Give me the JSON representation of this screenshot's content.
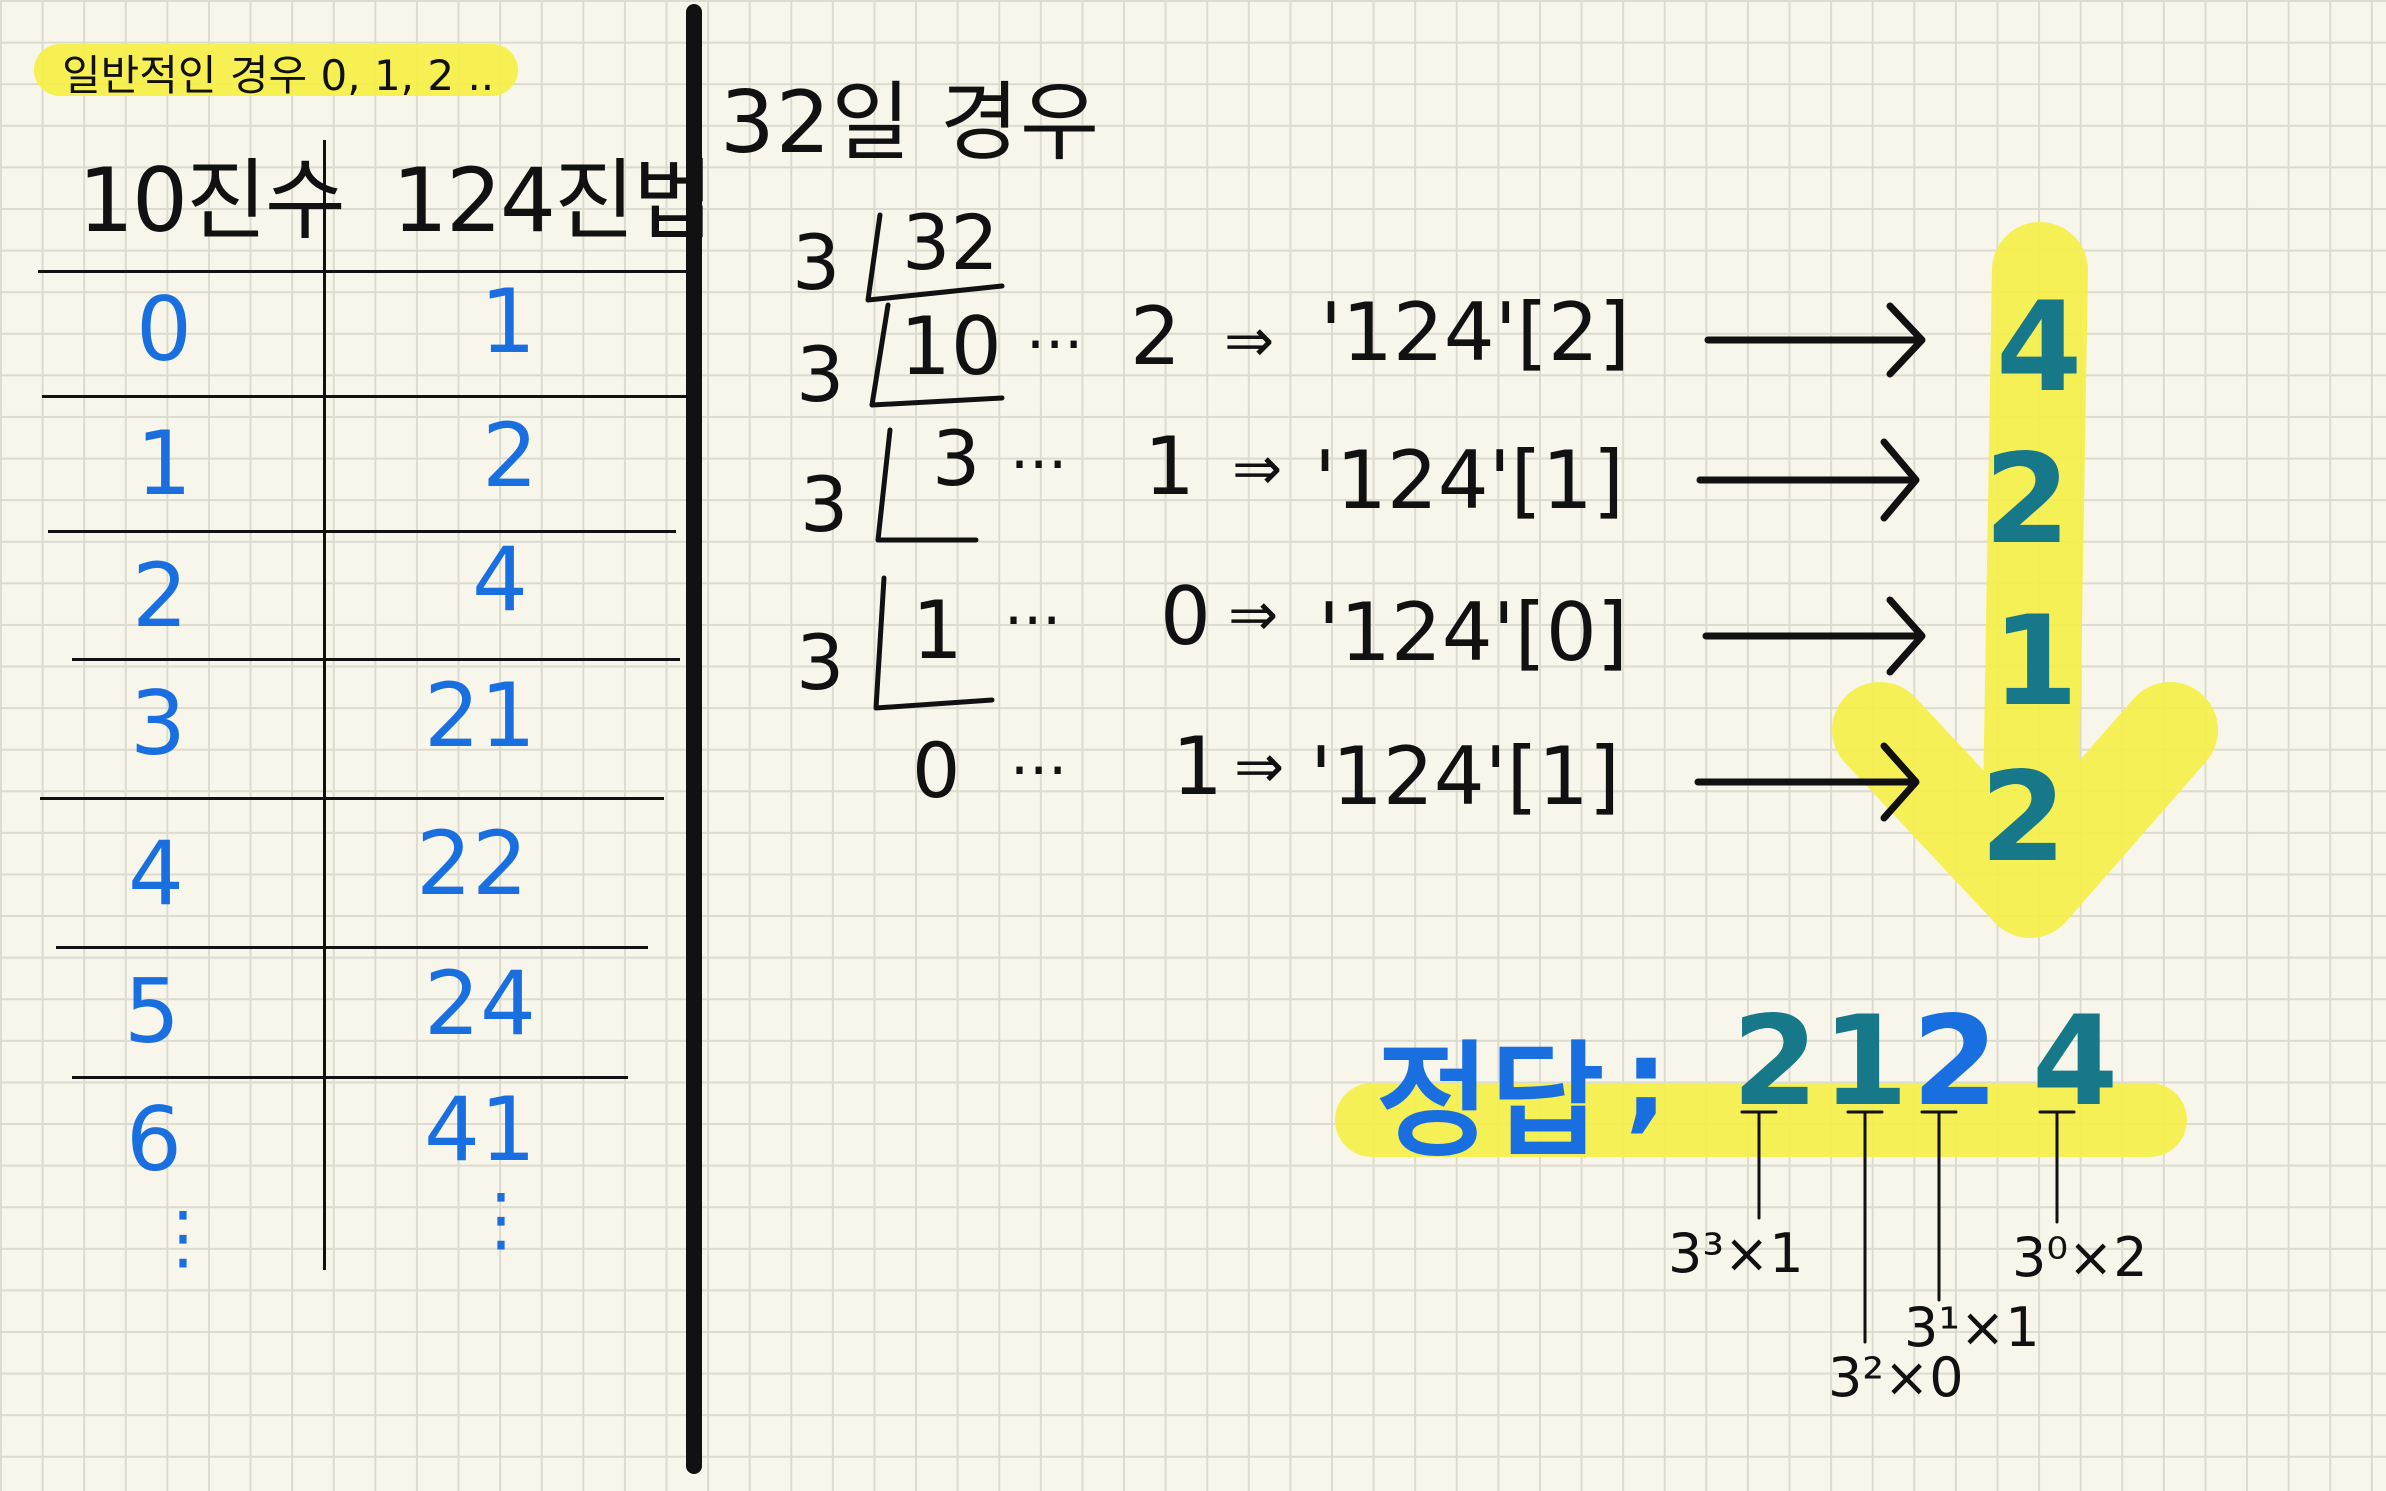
{
  "note": {
    "title": "일반적인 경우 0, 1, 2 ..",
    "heading": "32일 경우"
  },
  "table": {
    "headers": [
      "10진수",
      "124진법"
    ],
    "rows": [
      {
        "dec": "0",
        "n124": "1"
      },
      {
        "dec": "1",
        "n124": "2"
      },
      {
        "dec": "2",
        "n124": "4"
      },
      {
        "dec": "3",
        "n124": "21"
      },
      {
        "dec": "4",
        "n124": "22"
      },
      {
        "dec": "5",
        "n124": "24"
      },
      {
        "dec": "6",
        "n124": "41"
      }
    ],
    "ellipsis": "⋮"
  },
  "division": {
    "divisor": "3",
    "dividend": "32",
    "steps": [
      {
        "quotient": "10",
        "remainder": "2",
        "expr": "'124'[2]",
        "digit": "4"
      },
      {
        "quotient": "3",
        "remainder": "1",
        "expr": "'124'[1]",
        "digit": "2"
      },
      {
        "quotient": "1",
        "remainder": "0",
        "expr": "'124'[0]",
        "digit": "1"
      },
      {
        "quotient": "0",
        "remainder": "1",
        "expr": "'124'[1]",
        "digit": "2"
      }
    ],
    "ellipsis": "···",
    "implies": "⇒"
  },
  "answer": {
    "label": "정답",
    "sep": ";",
    "digits": [
      "2",
      "1",
      "2",
      "4"
    ],
    "terms": [
      "3³×1",
      "3²×0",
      "3¹×1",
      "3⁰×2"
    ]
  },
  "colors": {
    "highlight": "#f5ef4a",
    "blue_ink": "#1a6fe0",
    "teal_ink": "#17788a",
    "black_ink": "#111111",
    "paper": "#f8f6ea",
    "grid": "#dcdbd0"
  }
}
